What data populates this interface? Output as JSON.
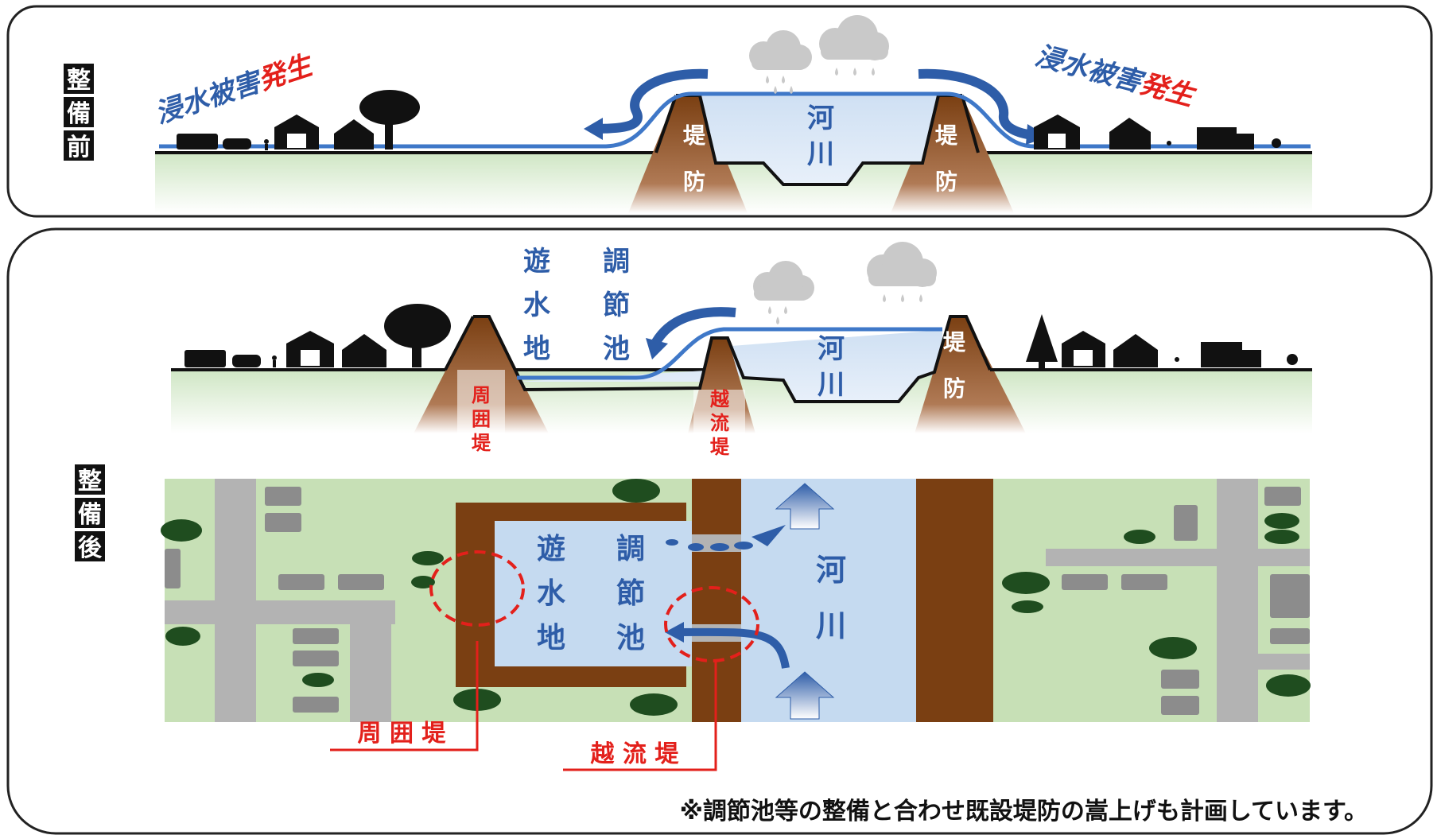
{
  "panel_before": {
    "side_label": [
      "整",
      "備",
      "前"
    ],
    "flood_text_prefix": "浸水被害",
    "flood_text_suffix": "発生",
    "levee_label": [
      "堤",
      "防"
    ],
    "river_label": [
      "河",
      "川"
    ]
  },
  "panel_after": {
    "side_label": [
      "整",
      "備",
      "後"
    ],
    "basin_label_1": [
      "遊",
      "水",
      "地"
    ],
    "basin_label_2": [
      "調",
      "節",
      "池"
    ],
    "ring_levee_label": [
      "周",
      "囲",
      "堤"
    ],
    "overflow_levee_label": [
      "越",
      "流",
      "堤"
    ],
    "levee_label": [
      "堤",
      "防"
    ],
    "river_label": [
      "河",
      "川"
    ],
    "plan_ring_levee_callout": "周 囲 堤",
    "plan_overflow_levee_callout": "越 流 堤",
    "footnote": "※調節池等の整備と合わせ既設堤防の嵩上げも計画しています。"
  },
  "colors": {
    "water_blue": "#2e5da8",
    "water_light": "#dbe8f7",
    "levee_brown": "#7a3f12",
    "ground_green": "#d8ebcf",
    "plan_green": "#c7e0b6",
    "road_gray": "#b3b3b3",
    "callout_red": "#e3201b"
  }
}
